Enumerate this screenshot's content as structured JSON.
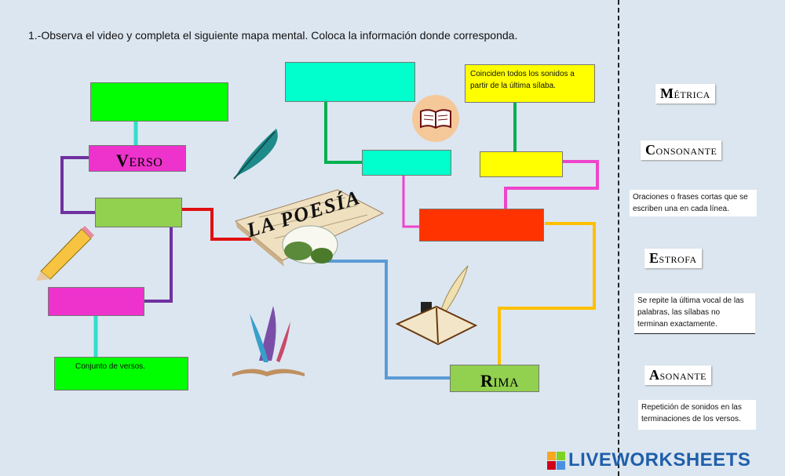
{
  "instruction": "1.-Observa el video y completa el siguiente mapa mental. Coloca la información donde corresponda.",
  "center_title": "LA POESÍA",
  "verso": {
    "initial": "V",
    "rest": "ERSO"
  },
  "rima": {
    "initial": "R",
    "rest": "IMA"
  },
  "box_conjunto": "Conjunto de versos.",
  "box_coinciden": "Coinciden todos los sonidos a partir de la última sílaba.",
  "side": {
    "metrica": {
      "initial": "M",
      "rest": "ÉTRICA"
    },
    "consonante": {
      "initial": "C",
      "rest": "ONSONANTE"
    },
    "def_oraciones": "Oraciones o frases cortas que se escriben una en cada línea.",
    "estrofa": {
      "initial": "E",
      "rest": "STROFA"
    },
    "def_repite": "Se repite la última vocal de las palabras, las sílabas no terminan exactamente.",
    "asonante": {
      "initial": "A",
      "rest": "SONANTE"
    },
    "def_repeticion": "Repetición de sonidos en las terminaciones de los versos."
  },
  "logo": "LIVEWORKSHEETS",
  "colors": {
    "green": "#00ff00",
    "magenta": "#ee33cc",
    "lightgreen": "#92d050",
    "cyan": "#00ffcc",
    "yellow": "#ffff00",
    "orange": "#ff3300"
  }
}
